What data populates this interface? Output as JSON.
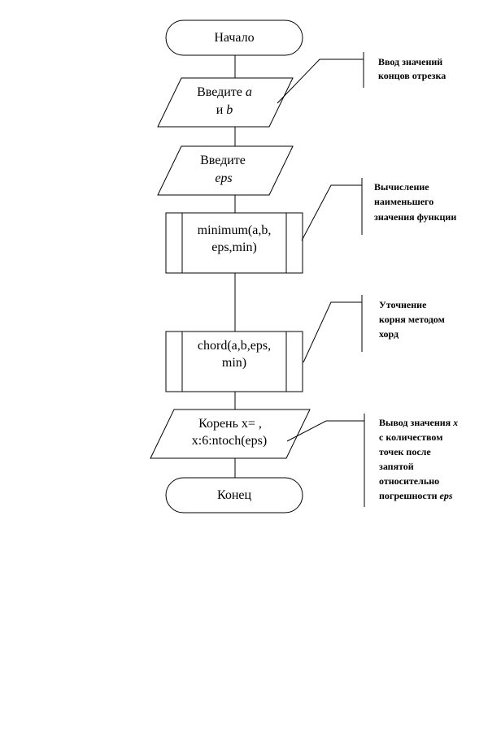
{
  "nodes": {
    "start": {
      "label": "Начало"
    },
    "input_ab": {
      "line1": "Введите ",
      "line1_var": "a",
      "line2": "и ",
      "line2_var": "b"
    },
    "input_eps": {
      "line1": "Введите",
      "line2_var": "eps"
    },
    "minimum": {
      "line1": "minimum(a,b,",
      "line2": "eps,min)"
    },
    "chord": {
      "line1": "chord(a,b,eps,",
      "line2": "min)"
    },
    "output": {
      "line1": "Корень x= ,",
      "line2": "x:6:ntoch(eps)"
    },
    "end": {
      "label": "Конец"
    }
  },
  "notes": {
    "input_ab": {
      "line1": "Ввод значений",
      "line2": "концов отрезка"
    },
    "minimum": {
      "line1": "Вычисление",
      "line2": "наименьшего",
      "line3": "значения функции"
    },
    "chord": {
      "line1": "Уточнение",
      "line2": "корня методом",
      "line3": "хорд"
    },
    "output": {
      "line1": "Вывод значения ",
      "line1_var": "x",
      "line2": "с количеством",
      "line3": "точек после",
      "line4": "запятой",
      "line5": "относительно",
      "line6": "погрешности ",
      "line6_var": "eps"
    }
  }
}
